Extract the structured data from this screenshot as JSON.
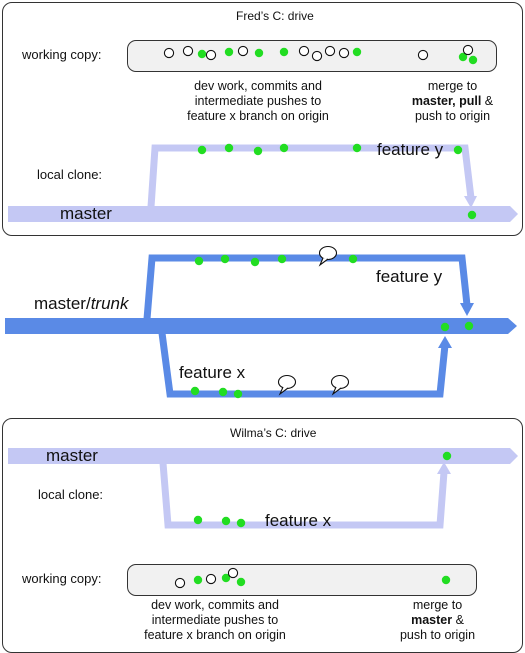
{
  "fred": {
    "title": "Fred’s C: drive",
    "working_copy_label": "working copy:",
    "local_clone_label": "local clone:",
    "master_label": "master",
    "feature_label": "feature y",
    "dev_work_lines": [
      "dev work, commits and",
      "intermediate pushes to",
      "feature x branch on origin"
    ],
    "merge_line1": "merge to",
    "merge_line2_bold": "master, pull",
    "merge_line2_rest": " &",
    "merge_line3": "push to origin"
  },
  "origin": {
    "master_label_plain": "master/",
    "master_label_italic": "trunk",
    "feature_y_label": "feature y",
    "feature_x_label": "feature x"
  },
  "wilma": {
    "title": "Wilma’s C: drive",
    "master_label": "master",
    "local_clone_label": "local clone:",
    "feature_label": "feature x",
    "working_copy_label": "working copy:",
    "dev_work_lines": [
      "dev work, commits and",
      "intermediate pushes to",
      "feature x branch on origin"
    ],
    "merge_line1": "merge to",
    "merge_line2_bold": "master",
    "merge_line2_rest": " &",
    "merge_line3": "push to origin"
  },
  "colors": {
    "local_branch": "#c4c8f4",
    "origin_branch": "#5a8ae6",
    "commit_green": "#22dd22",
    "working_copy_bg": "#f1f1f1"
  }
}
